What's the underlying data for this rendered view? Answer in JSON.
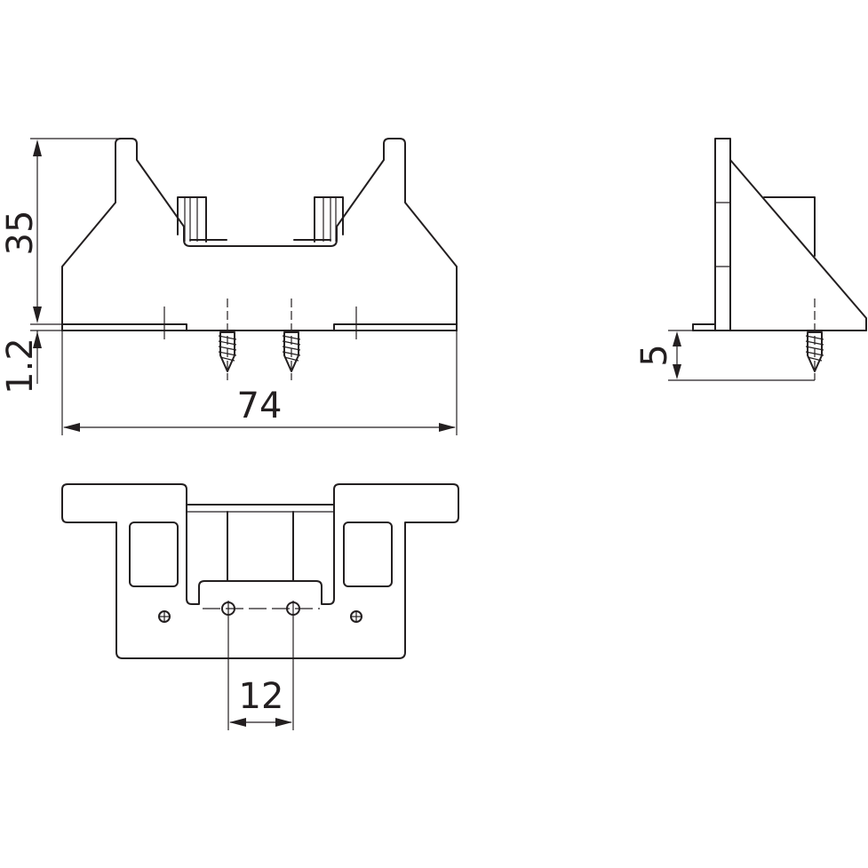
{
  "dimensions": {
    "height": "35",
    "thickness": "1.2",
    "width": "74",
    "screw_depth": "5",
    "hole_spacing": "12"
  },
  "colors": {
    "line": "#231f20",
    "background": "#ffffff"
  }
}
